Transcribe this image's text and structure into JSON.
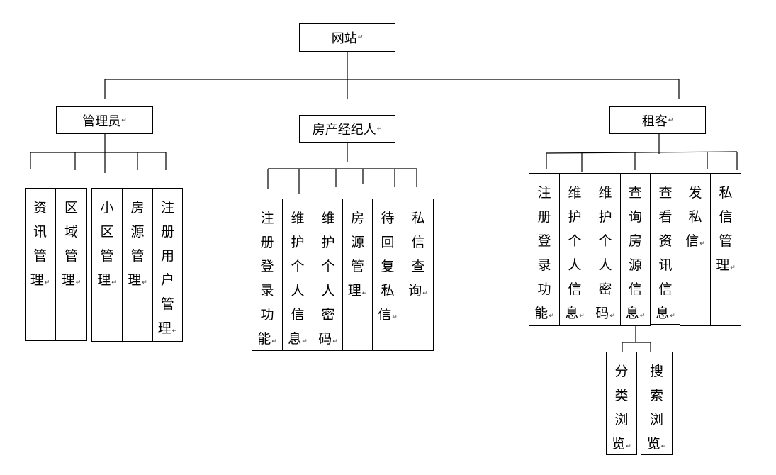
{
  "root": {
    "label": "网站"
  },
  "branches": [
    {
      "id": "admin",
      "label": "管理员",
      "children": [
        "资讯管理",
        "区域管理",
        "小区管理",
        "房源管理",
        "注册用户管理"
      ]
    },
    {
      "id": "agent",
      "label": "房产经纪人",
      "children": [
        "注册登录功能",
        "维护个人信息",
        "维护个人密码",
        "房源管理",
        "待回复私信",
        "私信查询"
      ]
    },
    {
      "id": "tenant",
      "label": "租客",
      "children": [
        "注册登录功能",
        "维护个人信息",
        "维护个人密码",
        "查询房源信息",
        "查看资讯信息",
        "发私信",
        "私信管理"
      ]
    }
  ],
  "sub_children": {
    "parent": "查询房源信息",
    "items": [
      "分类浏览",
      "搜索浏览"
    ]
  },
  "paragraph_mark": "↵"
}
